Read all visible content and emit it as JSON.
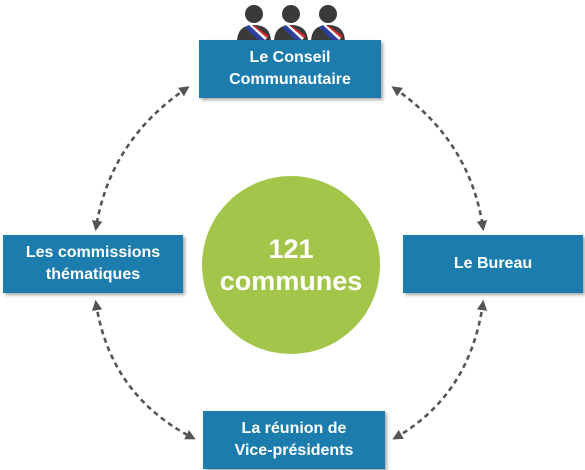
{
  "center": {
    "number": "121",
    "label": "communes"
  },
  "nodes": {
    "conseil": {
      "line1": "Le Conseil",
      "line2": "Communautaire"
    },
    "commissions": {
      "line1": "Les commissions",
      "line2": "thématiques"
    },
    "bureau": {
      "line1": "Le Bureau"
    },
    "reunion": {
      "line1": "La réunion de",
      "line2": "Vice-présidents"
    }
  },
  "colors": {
    "box": "#1b7cad",
    "circle": "#a3c64a",
    "arrow": "#555555",
    "figure": "#3a3a3a",
    "sash_blue": "#2b3f9c",
    "sash_red": "#d6262e"
  },
  "icons": {
    "councillors": "elected-officials-icon"
  }
}
